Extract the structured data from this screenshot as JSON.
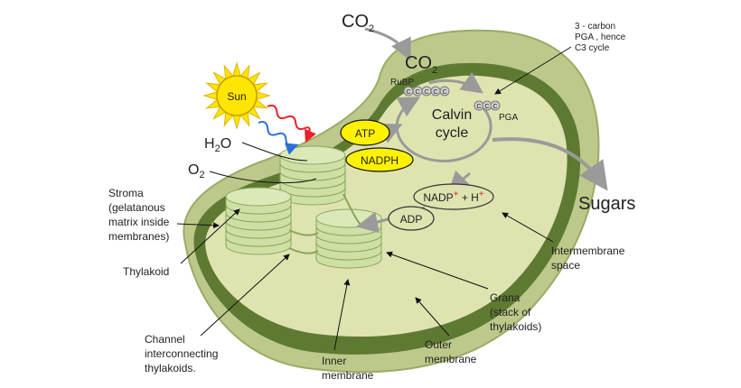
{
  "molecules": {
    "co2_in": {
      "base": "CO",
      "sub": "2"
    },
    "co2_inner": {
      "base": "CO",
      "sub": "2"
    },
    "h2o": {
      "pre": "H",
      "sub": "2",
      "post": "O"
    },
    "o2": {
      "base": "O",
      "sub": "2"
    },
    "rubp": "RuBP",
    "pga": "PGA",
    "atp": "ATP",
    "nadph": "NADPH",
    "adp": "ADP",
    "nadp": {
      "base": "NADP",
      "sup1": "+",
      "mid": " + H",
      "sup2": "+"
    },
    "sugars": "Sugars",
    "carbon_glyph": "C"
  },
  "sun": {
    "label": "Sun"
  },
  "calvin": {
    "line1": "Calvin",
    "line2": "cycle"
  },
  "annotations": {
    "pga_note": [
      "3 - carbon",
      "PGA , hence",
      "C3 cycle"
    ],
    "stroma": [
      "Stroma",
      "(gelatanous",
      "matrix inside",
      "membranes)"
    ],
    "thylakoid": [
      "Thylakoid"
    ],
    "channel": [
      "Channel",
      "interconnecting",
      "thylakoids."
    ],
    "inner_membrane": [
      "Inner",
      "membrane"
    ],
    "outer_membrane": [
      "Outer",
      "membrane"
    ],
    "grana": [
      "Grana",
      "(stack of",
      "thylakoids)"
    ],
    "intermembrane": [
      "Intermembrane",
      "space"
    ]
  },
  "colors": {
    "outer_membrane": "#bcc98a",
    "outer_membrane_edge": "#9aab66",
    "inner_band": "#5e7a32",
    "stroma": "#dfe3b0",
    "thylakoid": "#cfe0a6",
    "thylakoid_edge": "#8aa55a",
    "sun": "#ffe600",
    "atp_fill": "#fff200",
    "arrow_grey": "#9a9a9a",
    "red_wave": "#e8202a",
    "blue_wave": "#2a6fd8"
  }
}
